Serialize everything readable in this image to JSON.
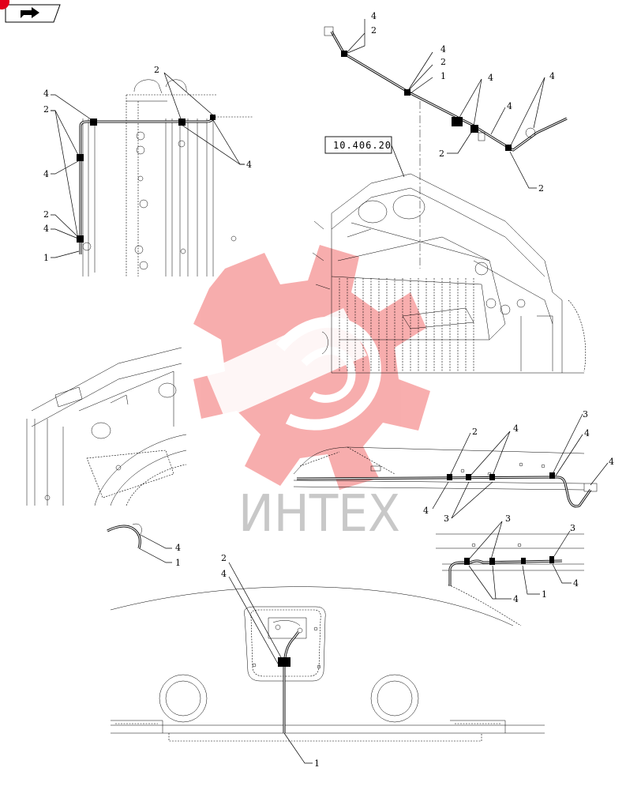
{
  "nav": {
    "icon": "next-page-arrow-icon",
    "badge_color": "#e2001a"
  },
  "reference_box": {
    "text": "10.406.20"
  },
  "watermark": {
    "text": "ИНТЕХ",
    "gear_color": "#f26b6b",
    "text_color": "#c8c8c8"
  },
  "callouts": {
    "upper_left": [
      "4",
      "2",
      "4",
      "2",
      "4",
      "1",
      "2",
      "4"
    ],
    "upper_right": [
      "4",
      "2",
      "4",
      "2",
      "1",
      "4",
      "4",
      "4",
      "2",
      "2"
    ],
    "middle_left": [
      "4",
      "1"
    ],
    "middle_right": [
      "2",
      "4",
      "3",
      "4",
      "4",
      "4",
      "3"
    ],
    "lower_right": [
      "3",
      "3",
      "4",
      "1",
      "4"
    ],
    "bottom": [
      "2",
      "4",
      "1"
    ]
  }
}
